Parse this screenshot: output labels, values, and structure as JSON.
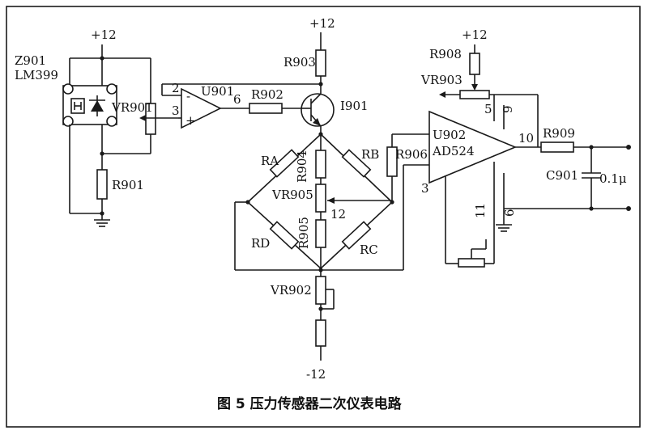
{
  "caption": "图 5   压力传感器二次仪表电路",
  "supplies": {
    "pos_left": "+12",
    "pos_mid": "+12",
    "pos_right": "+12",
    "neg_mid": "-12"
  },
  "components": {
    "z901": "Z901",
    "lm399": "LM399",
    "vr901": "VR901",
    "r901": "R901",
    "u901": "U901",
    "r902": "R902",
    "r903": "R903",
    "i901": "I901",
    "ra": "RA",
    "rb": "RB",
    "rc": "RC",
    "rd": "RD",
    "r904": "R904",
    "r905": "R905",
    "vr905": "VR905",
    "vr902": "VR902",
    "r906": "R906",
    "r908": "R908",
    "vr903": "VR903",
    "u902": "U902",
    "ad524": "AD524",
    "r909": "R909",
    "c901": "C901",
    "c901_value": "0.1μ"
  },
  "pins": {
    "u901_inv": "2",
    "u901_noninv": "3",
    "u901_out": "6",
    "u901_minus": "-",
    "u901_plus": "+",
    "bridge_tap": "12",
    "u902_in": "3",
    "u902_p5": "5",
    "u902_p9": "9",
    "u902_out": "10",
    "u902_p11": "11",
    "u902_p6": "6"
  }
}
